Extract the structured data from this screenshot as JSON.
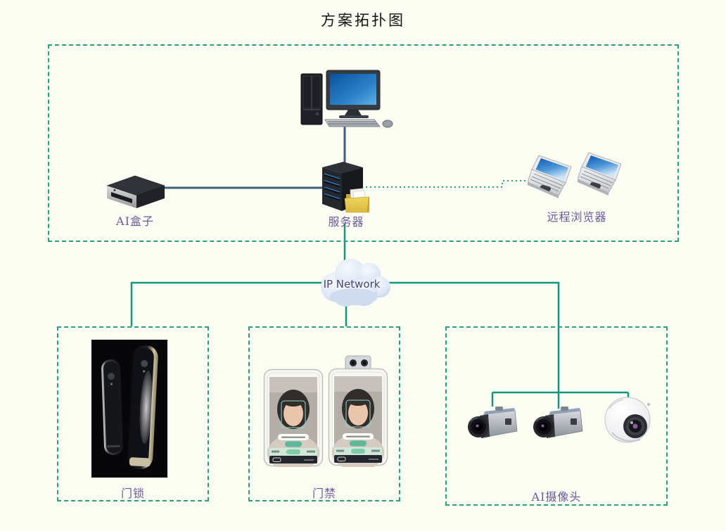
{
  "title": "方案拓扑图",
  "colors": {
    "background": "#fbfcf2",
    "zone_border": "#2aa07c",
    "network_line": "#14967b",
    "data_line": "#41607f",
    "label_text": "#6b5a9c",
    "title_text": "#141414",
    "monitor_screen": "#1565b8",
    "server_led": "#2f7fd0",
    "folder": "#e6c94e"
  },
  "server_zone": {
    "ai_box_label": "AI盒子",
    "server_label": "服务器",
    "remote_browser_label": "远程浏览器"
  },
  "network": {
    "label": "IP Network"
  },
  "device_zones": {
    "door_lock": {
      "label": "门锁"
    },
    "access_control": {
      "label": "门禁"
    },
    "ai_camera": {
      "label": "AI摄像头"
    }
  }
}
